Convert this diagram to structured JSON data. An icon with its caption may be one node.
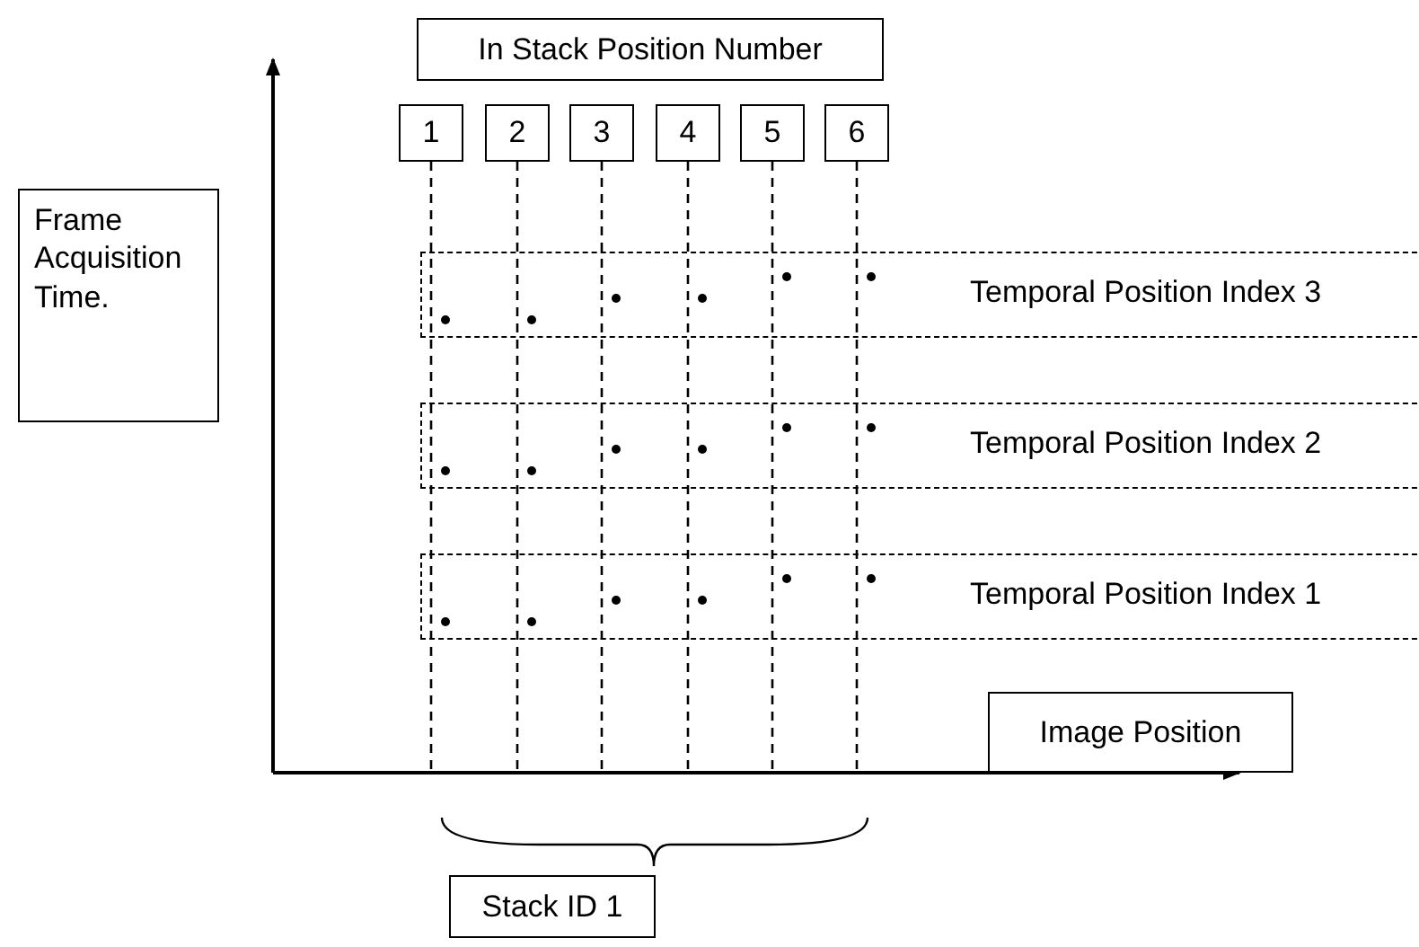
{
  "diagram": {
    "nodes": [
      {
        "text": [
          "In Stack Position Number"
        ]
      },
      {
        "text": [
          "1"
        ]
      },
      {
        "text": [
          "2"
        ]
      },
      {
        "text": [
          "3"
        ]
      },
      {
        "text": [
          "4"
        ]
      },
      {
        "text": [
          "5"
        ]
      },
      {
        "text": [
          "6"
        ]
      },
      {
        "text": [
          "Frame Acquisition Time."
        ]
      },
      {
        "text": [
          "Temporal Position Index 3"
        ]
      },
      {
        "text": [
          "Temporal Position Index 2"
        ]
      },
      {
        "text": [
          "Temporal Position Index 1"
        ]
      },
      {
        "text": [
          "Image Position"
        ]
      },
      {
        "text": [
          "Stack ID 1"
        ]
      }
    ],
    "edges": [
      {
        "from": 1,
        "to": null,
        "arrow": "none",
        "style": "dashed"
      },
      {
        "from": 2,
        "to": null,
        "arrow": "none",
        "style": "dashed"
      },
      {
        "from": 3,
        "to": null,
        "arrow": "none",
        "style": "dashed"
      },
      {
        "from": 4,
        "to": null,
        "arrow": "none",
        "style": "dashed"
      },
      {
        "from": 5,
        "to": null,
        "arrow": "none",
        "style": "dashed"
      },
      {
        "from": 6,
        "to": null,
        "arrow": "none",
        "style": "dashed"
      }
    ]
  }
}
